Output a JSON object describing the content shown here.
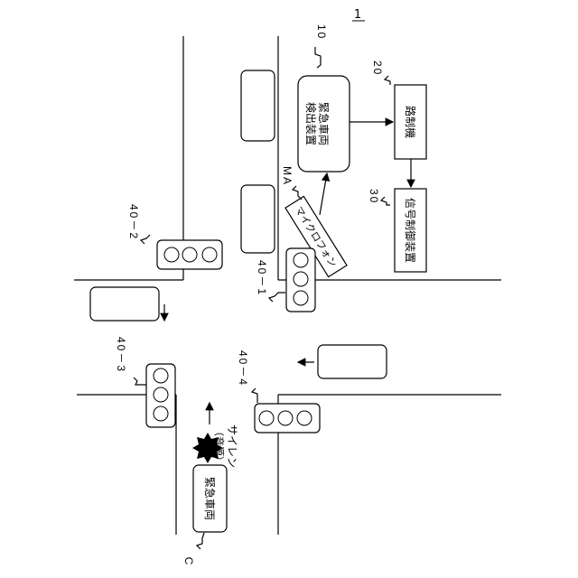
{
  "figure_number": "1",
  "labels": {
    "detector_ref": "10",
    "controller_ref": "20",
    "signal_ctrl_ref": "30",
    "light1_ref": "40－1",
    "light2_ref": "40－2",
    "light3_ref": "40－3",
    "light4_ref": "40－4",
    "mic_ref": "MA",
    "vehicle_ref": "C"
  },
  "blocks": {
    "detector_line1": "緊急車両",
    "detector_line2": "検出装置",
    "controller": "路制機",
    "signal_ctrl": "信号制御装置",
    "microphone": "マイクロフォン",
    "emergency_vehicle": "緊急車両"
  },
  "siren": {
    "label": "サイレン",
    "sub": "（音源）"
  },
  "colors": {
    "line": "#000000",
    "background": "#ffffff"
  }
}
